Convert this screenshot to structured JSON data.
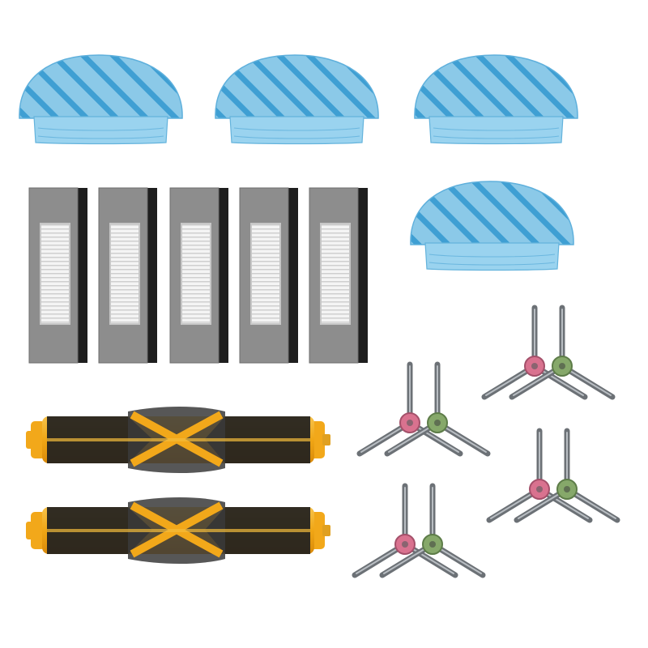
{
  "scene": {
    "description_free": true,
    "mop_pads": {
      "count": 4,
      "color": "#7ec3e6",
      "stripe_color": "#3f9fd3"
    },
    "hepa_filters": {
      "count": 5,
      "frame_color": "#8a8a8a"
    },
    "main_brushes": {
      "count": 2,
      "core_color": "#f2a81a",
      "bristle_color": "#222222"
    },
    "side_brush_pairs": {
      "count": 4,
      "arm_color": "#6e7378",
      "hub_colors": [
        "#d9728f",
        "#86a86a"
      ]
    }
  }
}
